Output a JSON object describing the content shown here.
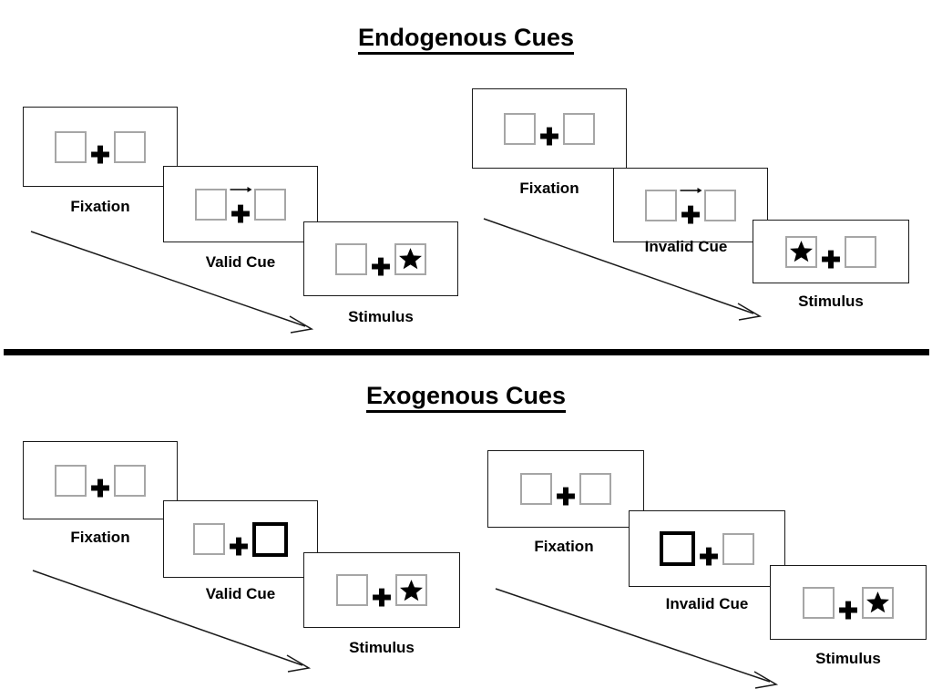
{
  "figure": {
    "type": "diagram",
    "description": "Posner cueing paradigm schematic showing endogenous and exogenous cue trial sequences",
    "background_color": "#ffffff",
    "line_color": "#1a1a1a",
    "box_border_color": "#a6a6a6",
    "cued_box_border_color": "#000000",
    "divider_color": "#000000"
  },
  "sections": [
    {
      "id": "endogenous",
      "title": "Endogenous Cues",
      "columns": [
        {
          "id": "endogenous-valid",
          "panels": [
            {
              "id": "endo-valid-fixation",
              "caption": "Fixation",
              "left_box": "empty",
              "right_box": "empty",
              "cue_arrow": "none",
              "cued_side": "none"
            },
            {
              "id": "endo-valid-cue",
              "caption": "Valid Cue",
              "left_box": "empty",
              "right_box": "empty",
              "cue_arrow": "right",
              "cued_side": "none"
            },
            {
              "id": "endo-valid-stimulus",
              "caption": "Stimulus",
              "left_box": "empty",
              "right_box": "star",
              "cue_arrow": "none",
              "cued_side": "none"
            }
          ]
        },
        {
          "id": "endogenous-invalid",
          "panels": [
            {
              "id": "endo-invalid-fixation",
              "caption": "Fixation",
              "left_box": "empty",
              "right_box": "empty",
              "cue_arrow": "none",
              "cued_side": "none"
            },
            {
              "id": "endo-invalid-cue",
              "caption": "Invalid Cue",
              "left_box": "empty",
              "right_box": "empty",
              "cue_arrow": "right",
              "cued_side": "none"
            },
            {
              "id": "endo-invalid-stimulus",
              "caption": "Stimulus",
              "left_box": "star",
              "right_box": "empty",
              "cue_arrow": "none",
              "cued_side": "none"
            }
          ]
        }
      ]
    },
    {
      "id": "exogenous",
      "title": "Exogenous Cues",
      "columns": [
        {
          "id": "exogenous-valid",
          "panels": [
            {
              "id": "exo-valid-fixation",
              "caption": "Fixation",
              "left_box": "empty",
              "right_box": "empty",
              "cue_arrow": "none",
              "cued_side": "none"
            },
            {
              "id": "exo-valid-cue",
              "caption": "Valid Cue",
              "left_box": "empty",
              "right_box": "empty",
              "cue_arrow": "none",
              "cued_side": "right"
            },
            {
              "id": "exo-valid-stimulus",
              "caption": "Stimulus",
              "left_box": "empty",
              "right_box": "star",
              "cue_arrow": "none",
              "cued_side": "none"
            }
          ]
        },
        {
          "id": "exogenous-invalid",
          "panels": [
            {
              "id": "exo-invalid-fixation",
              "caption": "Fixation",
              "left_box": "empty",
              "right_box": "empty",
              "cue_arrow": "none",
              "cued_side": "none"
            },
            {
              "id": "exo-invalid-cue",
              "caption": "Invalid Cue",
              "left_box": "empty",
              "right_box": "empty",
              "cue_arrow": "none",
              "cued_side": "left"
            },
            {
              "id": "exo-invalid-stimulus",
              "caption": "Stimulus",
              "left_box": "empty",
              "right_box": "star",
              "cue_arrow": "none",
              "cued_side": "none"
            }
          ]
        }
      ]
    }
  ],
  "labels": {
    "endogenous_title": "Endogenous Cues",
    "exogenous_title": "Exogenous Cues",
    "fixation": "Fixation",
    "valid_cue": "Valid Cue",
    "invalid_cue": "Invalid Cue",
    "stimulus": "Stimulus"
  },
  "icons": {
    "fixation_cross": "fixation-cross-icon",
    "cue_arrow": "cue-arrow-right-icon",
    "target_star": "target-star-icon",
    "time_flow": "time-flow-arrow-icon"
  },
  "captions": {
    "endo_valid_fixation": "Fixation",
    "endo_valid_cue": "Valid Cue",
    "endo_valid_stimulus": "Stimulus",
    "endo_invalid_fixation": "Fixation",
    "endo_invalid_cue": "Invalid Cue",
    "endo_invalid_stimulus": "Stimulus",
    "exo_valid_fixation": "Fixation",
    "exo_valid_cue": "Valid Cue",
    "exo_valid_stimulus": "Stimulus",
    "exo_invalid_fixation": "Fixation",
    "exo_invalid_cue": "Invalid Cue",
    "exo_invalid_stimulus": "Stimulus"
  }
}
